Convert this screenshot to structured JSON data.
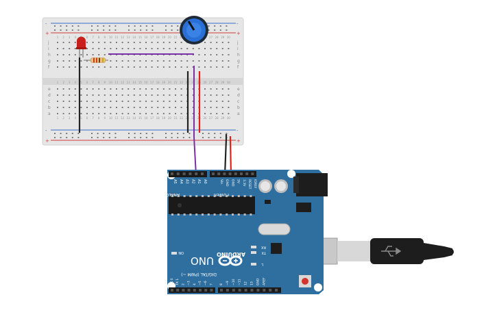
{
  "breadboard": {
    "rail_plus": "+",
    "rail_minus": "-",
    "row_labels_top": [
      "j",
      "i",
      "h",
      "g",
      "f"
    ],
    "row_labels_bottom": [
      "e",
      "d",
      "c",
      "b",
      "a"
    ],
    "column_count": 30
  },
  "arduino": {
    "model": "UNO",
    "brand": "ARDUINO",
    "logo": "infinity-logo",
    "analog_header_label": "ANALOG IN",
    "analog_pins": [
      "A5",
      "A4",
      "A3",
      "A2",
      "A1",
      "A0"
    ],
    "power_header_label": "POWER",
    "power_pins": [
      "Vin",
      "GND",
      "GND",
      "5V",
      "3.3V",
      "RESET",
      "IOREF"
    ],
    "digital_header_label": "DIGITAL (PWM ~)",
    "digital_pins": [
      "RX 0",
      "TX 1",
      "2",
      "~3",
      "4",
      "~5",
      "~6",
      "7",
      "8",
      "~9",
      "~10",
      "~11",
      "12",
      "13",
      "GND",
      "AREF"
    ],
    "leds": {
      "on": "ON",
      "rx": "RX",
      "tx": "TX",
      "l": "L"
    }
  },
  "usb_cable": {
    "icon": "usb-icon"
  },
  "colors": {
    "board_blue": "#2f6f9f",
    "breadboard_bg": "#e8e8e8",
    "wire_purple": "#7b2fa7",
    "wire_red": "#e0201b",
    "wire_black": "#222222",
    "led_red": "#c8201c",
    "pot_blue": "#2a6fd6"
  }
}
